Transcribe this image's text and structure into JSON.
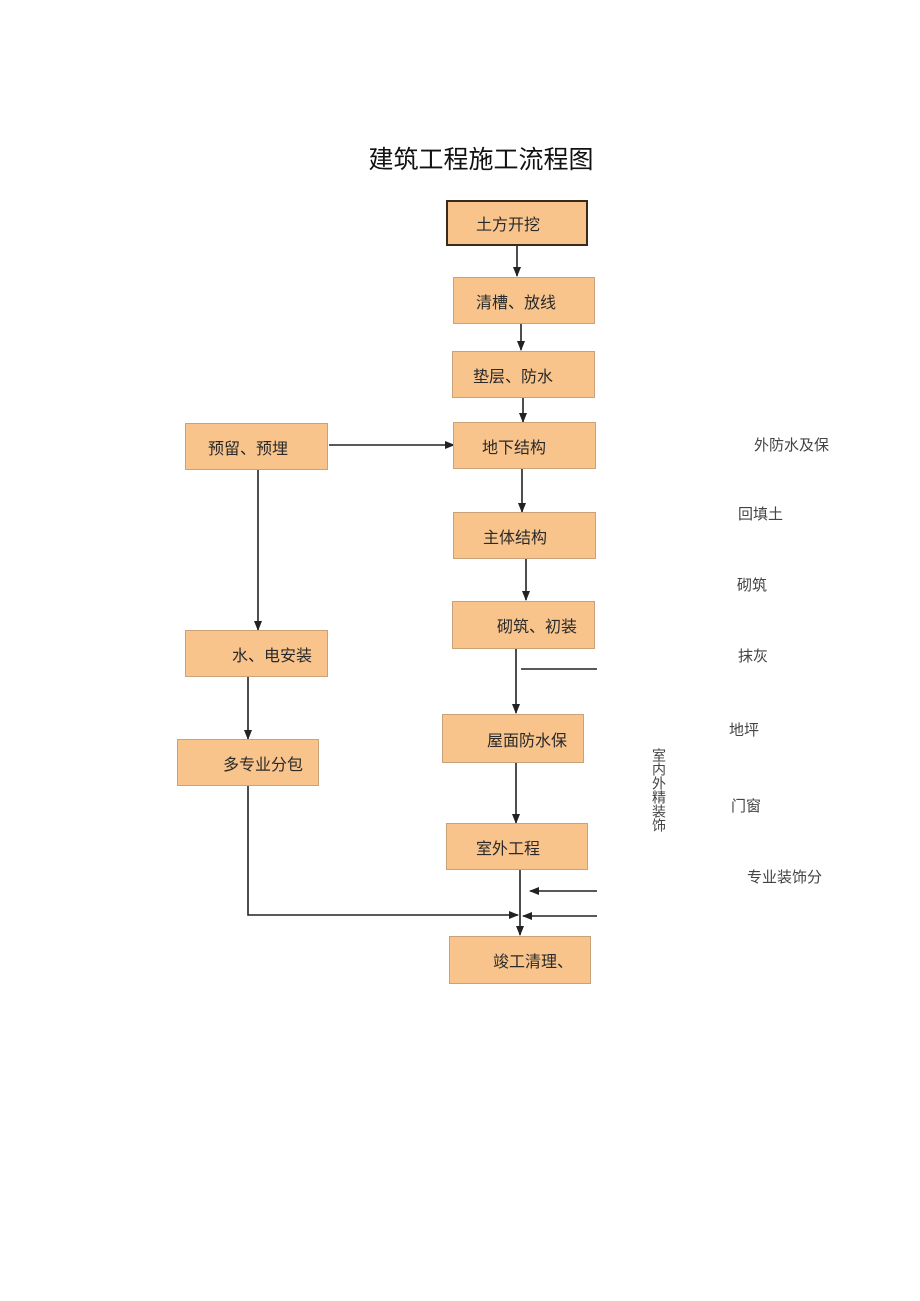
{
  "title": "建筑工程施工流程图",
  "main_flow": {
    "earthwork": "土方开挖",
    "trench_clean": "清槽、放线",
    "cushion_waterproof": "垫层、防水",
    "underground": "地下结构",
    "main_structure": "主体结构",
    "masonry_initial": "砌筑、初装",
    "roof_waterproof": "屋面防水保",
    "exterior_works": "室外工程",
    "completion": "竣工清理、"
  },
  "left_flow": {
    "embedment": "预留、预埋",
    "plumbing_electrical": "水、电安装",
    "subcontract": "多专业分包"
  },
  "right_labels": {
    "exterior_waterproof": "外防水及保",
    "backfill": "回填土",
    "masonry": "砌筑",
    "plaster": "抹灰",
    "floor": "地坪",
    "doors_windows": "门窗",
    "special_decor": "专业装饰分"
  },
  "vertical_label": "室内外精装饰",
  "colors": {
    "box_fill": "#f8c48c",
    "box_border": "#c9a27a",
    "arrow": "#222222"
  }
}
